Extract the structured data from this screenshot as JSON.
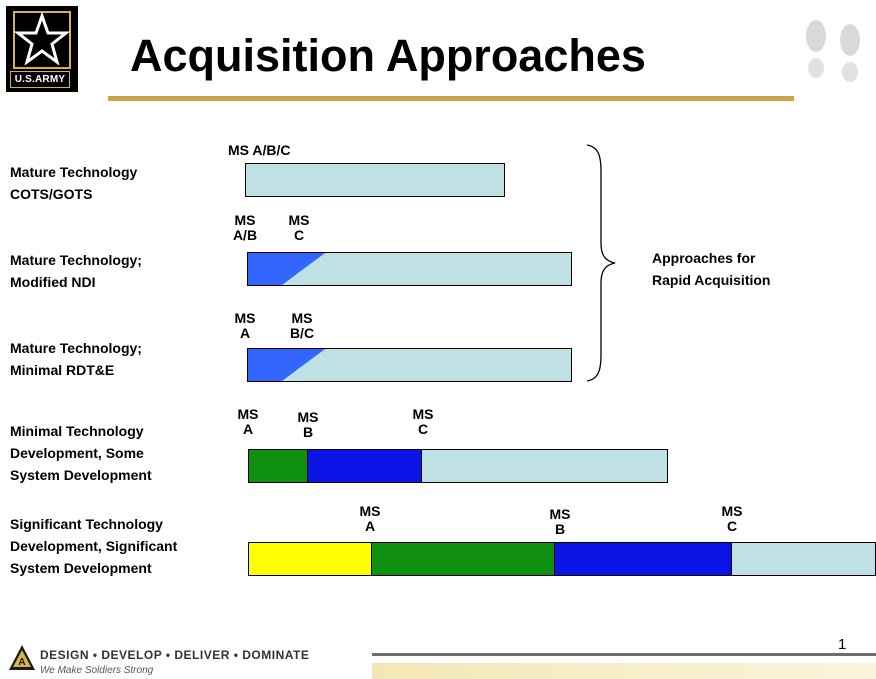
{
  "header": {
    "logo_text": "U.S.ARMY",
    "title": "Acquisition Approaches"
  },
  "rows": [
    {
      "label_lines": [
        "Mature Technology",
        "COTS/GOTS"
      ],
      "milestones": [
        [
          "MS A/B/C"
        ]
      ],
      "segments": [
        {
          "color": "#bfe1e6"
        }
      ]
    },
    {
      "label_lines": [
        "Mature Technology;",
        "Modified NDI"
      ],
      "milestones": [
        [
          "MS",
          "A/B"
        ],
        [
          "MS",
          "C"
        ]
      ],
      "segments": [
        {
          "color": "#3366ff"
        },
        {
          "color": "#bfe1e6"
        }
      ]
    },
    {
      "label_lines": [
        "Mature Technology;",
        "Minimal RDT&E"
      ],
      "milestones": [
        [
          "MS",
          "A"
        ],
        [
          "MS",
          "B/C"
        ]
      ],
      "segments": [
        {
          "color": "#3366ff"
        },
        {
          "color": "#bfe1e6"
        }
      ]
    },
    {
      "label_lines": [
        "Minimal Technology",
        "Development, Some",
        "System Development"
      ],
      "milestones": [
        [
          "MS",
          "A"
        ],
        [
          "MS",
          "B"
        ],
        [
          "MS",
          "C"
        ]
      ],
      "segments": [
        {
          "color": "#109010"
        },
        {
          "color": "#0a14e6"
        },
        {
          "color": "#bfe1e6"
        }
      ]
    },
    {
      "label_lines": [
        "Significant Technology",
        "Development, Significant",
        "System Development"
      ],
      "milestones": [
        [
          "MS",
          "A"
        ],
        [
          "MS",
          "B"
        ],
        [
          "MS",
          "C"
        ]
      ],
      "segments": [
        {
          "color": "#ffff00"
        },
        {
          "color": "#109010"
        },
        {
          "color": "#0a14e6"
        },
        {
          "color": "#bfe1e6"
        }
      ]
    }
  ],
  "note": {
    "lines": [
      "Approaches for",
      "Rapid Acquisition"
    ]
  },
  "footer": {
    "motto": "DESIGN • DEVELOP • DELIVER • DOMINATE",
    "slogan": "We Make Soldiers Strong",
    "page_number": "1"
  }
}
